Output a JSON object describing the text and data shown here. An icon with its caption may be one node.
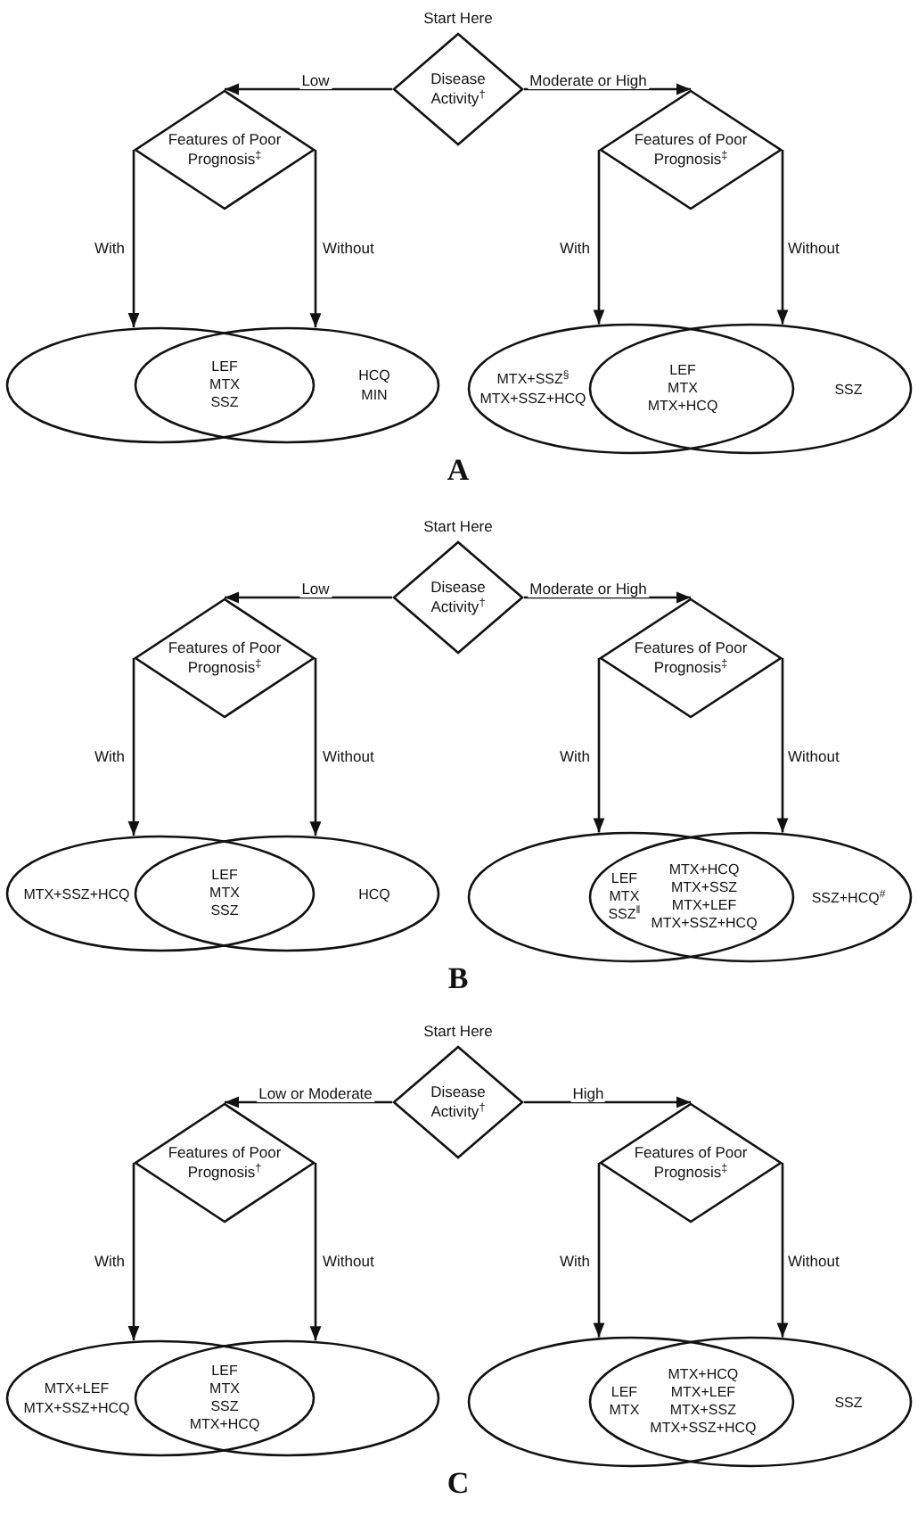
{
  "diagram": {
    "nodes": [
      {
        "text": [
          "Disease Activity$^{†}$"
        ],
        "beside": [
          "Start Here"
        ]
      },
      {
        "text": [
          "Features of Poor Prognosis$^{‡}$"
        ]
      },
      {
        "text": [
          "Features of Poor Prognosis$^{‡}$"
        ]
      },
      {
        "text": [],
        "shape": "ellipse"
      },
      {
        "text": [
          "LEF",
          "MTX",
          "SSZ"
        ]
      },
      {
        "text": [
          "HCQ",
          "MIN"
        ]
      },
      {
        "text": [
          "MTX+SSZ$^{§}$",
          "MTX+SSZ+HCQ"
        ]
      },
      {
        "text": [
          "LEF",
          "MTX",
          "MTX+HCQ"
        ]
      },
      {
        "text": [
          "SSZ"
        ]
      },
      {
        "text": [
          "Disease Activity$^{†}$"
        ],
        "beside": [
          "Start Here"
        ]
      },
      {
        "text": [
          "Features of Poor Prognosis$^{‡}$"
        ]
      },
      {
        "text": [
          "Features of Poor Prognosis$^{‡}$"
        ]
      },
      {
        "text": [
          "MTX+SSZ+HCQ"
        ]
      },
      {
        "text": [
          "LEF",
          "MTX",
          "SSZ"
        ]
      },
      {
        "text": [
          "HCQ"
        ]
      },
      {
        "text": [],
        "shape": "ellipse"
      },
      {
        "text": [
          "LEF",
          "MTX",
          "SSZ$^{‖}$",
          "MTX+HCQ",
          "MTX+SSZ",
          "MTX+LEF",
          "MTX+SSZ+HCQ"
        ]
      },
      {
        "text": [
          "SSZ+HCQ$^{#}$"
        ]
      },
      {
        "text": [
          "Disease Activity$^{†}$"
        ],
        "beside": [
          "Start Here"
        ]
      },
      {
        "text": [
          "Features of Poor Prognosis$^{†}$"
        ]
      },
      {
        "text": [
          "Features of Poor Prognosis$^{‡}$"
        ]
      },
      {
        "text": [
          "MTX+LEF",
          "MTX+SSZ+HCQ"
        ]
      },
      {
        "text": [
          "LEF",
          "MTX",
          "SSZ",
          "MTX+HCQ"
        ]
      },
      {
        "text": [],
        "shape": "ellipse"
      },
      {
        "text": [],
        "shape": "ellipse"
      },
      {
        "text": [
          "LEF",
          "MTX",
          "MTX+HCQ",
          "MTX+LEF",
          "MTX+SSZ",
          "MTX+SSZ+HCQ"
        ]
      },
      {
        "text": [
          "SSZ"
        ]
      }
    ],
    "edges": [
      {
        "from": 0,
        "to": 1,
        "arrow": "to",
        "label": "Low"
      },
      {
        "from": 0,
        "to": 2,
        "arrow": "to",
        "label": "Moderate or High"
      },
      {
        "from": 1,
        "to": 3,
        "arrow": "to",
        "label": "With"
      },
      {
        "from": 1,
        "to": 5,
        "arrow": "to",
        "label": "Without"
      },
      {
        "from": 2,
        "to": 6,
        "arrow": "to",
        "label": "With"
      },
      {
        "from": 2,
        "to": 8,
        "arrow": "to",
        "label": "Without"
      },
      {
        "from": 9,
        "to": 10,
        "arrow": "to",
        "label": "Low"
      },
      {
        "from": 9,
        "to": 11,
        "arrow": "to",
        "label": "Moderate or High"
      },
      {
        "from": 10,
        "to": 12,
        "arrow": "to",
        "label": "With"
      },
      {
        "from": 10,
        "to": 14,
        "arrow": "to",
        "label": "Without"
      },
      {
        "from": 11,
        "to": 15,
        "arrow": "to",
        "label": "With"
      },
      {
        "from": 11,
        "to": 17,
        "arrow": "to",
        "label": "Without"
      },
      {
        "from": 18,
        "to": 19,
        "arrow": "to",
        "label": "Low or Moderate"
      },
      {
        "from": 18,
        "to": 20,
        "arrow": "to",
        "label": "High"
      },
      {
        "from": 19,
        "to": 21,
        "arrow": "to",
        "label": "With"
      },
      {
        "from": 19,
        "to": 23,
        "arrow": "to",
        "label": "Without"
      },
      {
        "from": 20,
        "to": 24,
        "arrow": "to",
        "label": "With"
      },
      {
        "from": 20,
        "to": 26,
        "arrow": "to",
        "label": "Without"
      }
    ],
    "labels": [
      "A",
      "B",
      "C"
    ]
  }
}
